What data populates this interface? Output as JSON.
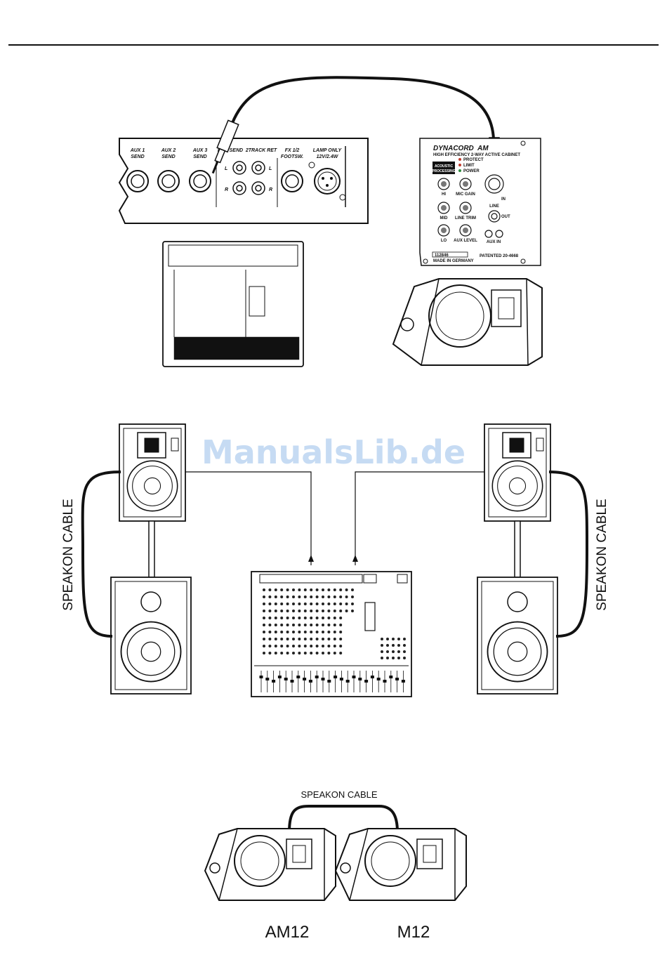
{
  "watermark": "ManualsLib.de",
  "panel": {
    "jacks": {
      "aux1": "AUX 1",
      "aux1_send": "SEND",
      "aux2": "AUX 2",
      "aux2_send": "SEND",
      "aux3": "AUX 3",
      "aux3_send": "SEND",
      "rec_send": "REC SEND",
      "two_track_ret": "2TRACK RET",
      "fx": "FX 1/2",
      "footsw": "FOOTSW.",
      "lamp_only": "LAMP ONLY",
      "lamp_spec": "12V/2.4W",
      "l": "L",
      "r": "R"
    }
  },
  "amp_panel": {
    "brand": "DYNACORD",
    "model": "AM",
    "subtitle": "HIGH EFFICIENCY 2-WAY ACTIVE CABINET",
    "acoustic": "ACOUSTIC",
    "processing": "PROCESSING",
    "protect": "PROTECT",
    "limit": "LIMIT",
    "power": "POWER",
    "hi": "HI",
    "mid": "MID",
    "lo": "LO",
    "mic_gain": "MIC GAIN",
    "line_trim": "LINE TRIM",
    "aux_level": "AUX LEVEL",
    "aux_in": "AUX IN",
    "line": "LINE",
    "in": "IN",
    "out": "OUT",
    "patented": "PATENTED 20-4668",
    "made_in": "MADE IN GERMANY",
    "serial": "112846"
  },
  "labels": {
    "speakon_left": "SPEAKON CABLE",
    "speakon_right": "SPEAKON CABLE",
    "speakon_bottom": "SPEAKON CABLE",
    "am12": "AM12",
    "m12": "M12"
  }
}
